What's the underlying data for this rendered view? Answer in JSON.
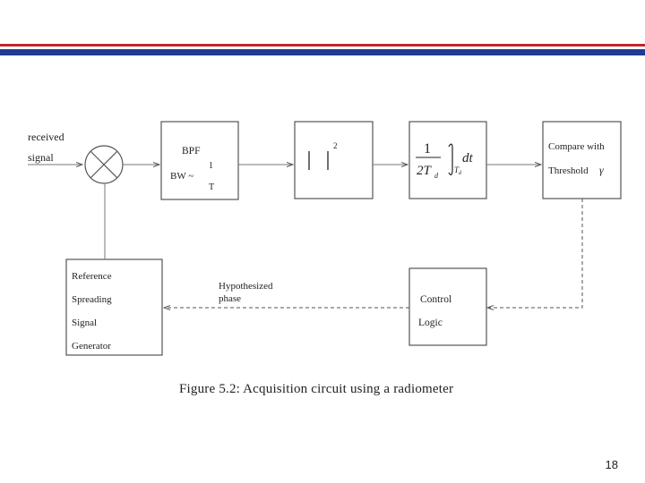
{
  "header": {
    "rule_colors": {
      "top": "#c0272d",
      "bottom": "#1f3a93"
    }
  },
  "diagram": {
    "input_label": {
      "line1": "received",
      "line2": "signal"
    },
    "mixer": {
      "icon": "multiplier-circle-icon"
    },
    "bpf_block": {
      "title": "BPF",
      "bw_label": "BW ~",
      "bw_numerator": "1",
      "bw_denominator": "T"
    },
    "square_block": {
      "exponent": "2"
    },
    "integrator_block": {
      "fraction_numerator": "1",
      "fraction_denominator_base": "2T",
      "denominator_subscript": "d",
      "integral_lower": "T",
      "integral_lower_subscript": "d",
      "differential": "dt"
    },
    "compare_block": {
      "line1": "Compare  with",
      "line2": "Threshold",
      "symbol": "γ"
    },
    "control_block": {
      "line1": "Control",
      "line2": "Logic"
    },
    "reference_block": {
      "line1": "Reference",
      "line2": "Spreading",
      "line3": "Signal",
      "line4": "Generator"
    },
    "feedback_label": {
      "line1": "Hypothesized",
      "line2": "phase"
    }
  },
  "caption": "Figure 5.2:  Acquisition circuit using a radiometer",
  "page_number": "18"
}
